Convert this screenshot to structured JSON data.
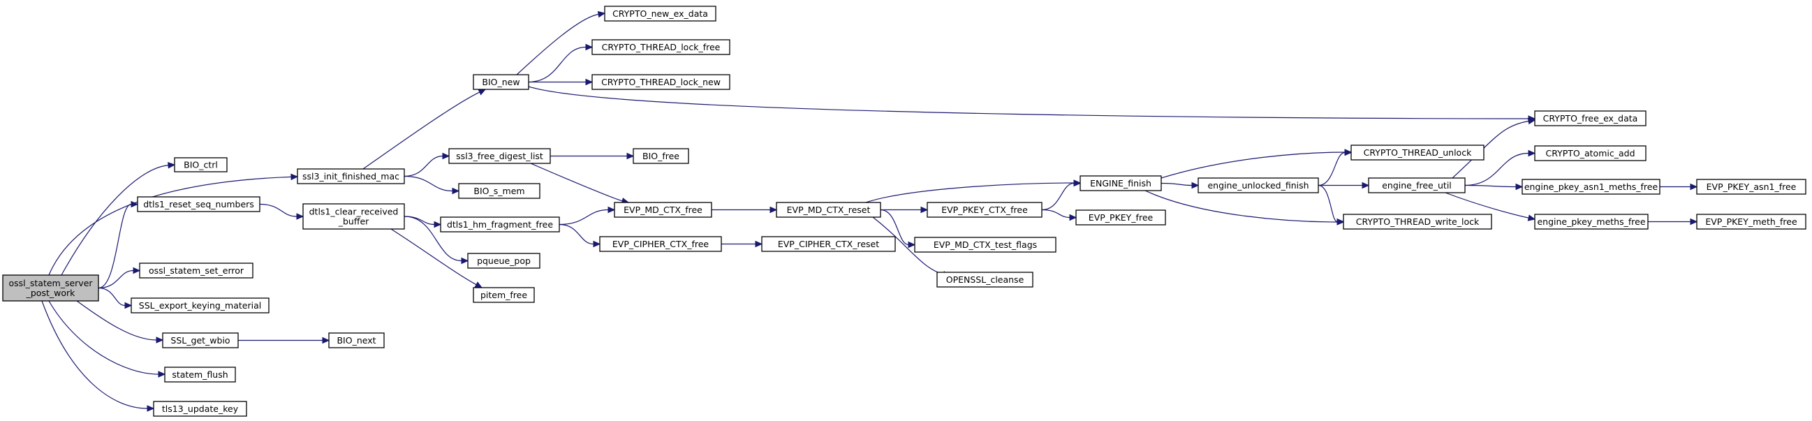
{
  "graph": {
    "edge_color": "#191970",
    "root_fill": "#bfbfbf",
    "node_fill": "#ffffff",
    "nodes": [
      {
        "id": "root",
        "lines": [
          "ossl_statem_server",
          "_post_work"
        ],
        "root": true
      },
      {
        "id": "BIO_ctrl",
        "lines": [
          "BIO_ctrl"
        ]
      },
      {
        "id": "ssl3_init_finished_mac",
        "lines": [
          "ssl3_init_finished_mac"
        ]
      },
      {
        "id": "BIO_new",
        "lines": [
          "BIO_new"
        ]
      },
      {
        "id": "CRYPTO_new_ex_data",
        "lines": [
          "CRYPTO_new_ex_data"
        ]
      },
      {
        "id": "CRYPTO_THREAD_lock_free",
        "lines": [
          "CRYPTO_THREAD_lock_free"
        ]
      },
      {
        "id": "CRYPTO_THREAD_lock_new",
        "lines": [
          "CRYPTO_THREAD_lock_new"
        ]
      },
      {
        "id": "CRYPTO_free_ex_data",
        "lines": [
          "CRYPTO_free_ex_data"
        ]
      },
      {
        "id": "ssl3_free_digest_list",
        "lines": [
          "ssl3_free_digest_list"
        ]
      },
      {
        "id": "BIO_free",
        "lines": [
          "BIO_free"
        ]
      },
      {
        "id": "BIO_s_mem",
        "lines": [
          "BIO_s_mem"
        ]
      },
      {
        "id": "dtls1_reset_seq_numbers",
        "lines": [
          "dtls1_reset_seq_numbers"
        ]
      },
      {
        "id": "dtls1_clear_received_buffer",
        "lines": [
          "dtls1_clear_received",
          "_buffer"
        ]
      },
      {
        "id": "dtls1_hm_fragment_free",
        "lines": [
          "dtls1_hm_fragment_free"
        ]
      },
      {
        "id": "EVP_MD_CTX_free",
        "lines": [
          "EVP_MD_CTX_free"
        ]
      },
      {
        "id": "EVP_CIPHER_CTX_free",
        "lines": [
          "EVP_CIPHER_CTX_free"
        ]
      },
      {
        "id": "pqueue_pop",
        "lines": [
          "pqueue_pop"
        ]
      },
      {
        "id": "pitem_free",
        "lines": [
          "pitem_free"
        ]
      },
      {
        "id": "ossl_statem_set_error",
        "lines": [
          "ossl_statem_set_error"
        ]
      },
      {
        "id": "SSL_export_keying_material",
        "lines": [
          "SSL_export_keying_material"
        ]
      },
      {
        "id": "SSL_get_wbio",
        "lines": [
          "SSL_get_wbio"
        ]
      },
      {
        "id": "BIO_next",
        "lines": [
          "BIO_next"
        ]
      },
      {
        "id": "statem_flush",
        "lines": [
          "statem_flush"
        ]
      },
      {
        "id": "tls13_update_key",
        "lines": [
          "tls13_update_key"
        ]
      },
      {
        "id": "EVP_MD_CTX_reset",
        "lines": [
          "EVP_MD_CTX_reset"
        ]
      },
      {
        "id": "EVP_CIPHER_CTX_reset",
        "lines": [
          "EVP_CIPHER_CTX_reset"
        ]
      },
      {
        "id": "ENGINE_finish",
        "lines": [
          "ENGINE_finish"
        ]
      },
      {
        "id": "EVP_PKEY_CTX_free",
        "lines": [
          "EVP_PKEY_CTX_free"
        ]
      },
      {
        "id": "EVP_PKEY_free",
        "lines": [
          "EVP_PKEY_free"
        ]
      },
      {
        "id": "EVP_MD_CTX_test_flags",
        "lines": [
          "EVP_MD_CTX_test_flags"
        ]
      },
      {
        "id": "OPENSSL_cleanse",
        "lines": [
          "OPENSSL_cleanse"
        ]
      },
      {
        "id": "engine_unlocked_finish",
        "lines": [
          "engine_unlocked_finish"
        ]
      },
      {
        "id": "CRYPTO_THREAD_unlock",
        "lines": [
          "CRYPTO_THREAD_unlock"
        ]
      },
      {
        "id": "CRYPTO_THREAD_write_lock",
        "lines": [
          "CRYPTO_THREAD_write_lock"
        ]
      },
      {
        "id": "engine_free_util",
        "lines": [
          "engine_free_util"
        ]
      },
      {
        "id": "CRYPTO_atomic_add",
        "lines": [
          "CRYPTO_atomic_add"
        ]
      },
      {
        "id": "engine_pkey_asn1_meths_free",
        "lines": [
          "engine_pkey_asn1_meths_free"
        ]
      },
      {
        "id": "engine_pkey_meths_free",
        "lines": [
          "engine_pkey_meths_free"
        ]
      },
      {
        "id": "EVP_PKEY_asn1_free",
        "lines": [
          "EVP_PKEY_asn1_free"
        ]
      },
      {
        "id": "EVP_PKEY_meth_free",
        "lines": [
          "EVP_PKEY_meth_free"
        ]
      }
    ],
    "edges": [
      [
        "root",
        "BIO_ctrl"
      ],
      [
        "root",
        "ssl3_init_finished_mac"
      ],
      [
        "root",
        "dtls1_reset_seq_numbers"
      ],
      [
        "root",
        "ossl_statem_set_error"
      ],
      [
        "root",
        "SSL_export_keying_material"
      ],
      [
        "root",
        "SSL_get_wbio"
      ],
      [
        "root",
        "statem_flush"
      ],
      [
        "root",
        "tls13_update_key"
      ],
      [
        "ssl3_init_finished_mac",
        "BIO_new"
      ],
      [
        "ssl3_init_finished_mac",
        "ssl3_free_digest_list"
      ],
      [
        "ssl3_init_finished_mac",
        "BIO_s_mem"
      ],
      [
        "BIO_new",
        "CRYPTO_new_ex_data"
      ],
      [
        "BIO_new",
        "CRYPTO_THREAD_lock_free"
      ],
      [
        "BIO_new",
        "CRYPTO_THREAD_lock_new"
      ],
      [
        "BIO_new",
        "CRYPTO_free_ex_data"
      ],
      [
        "ssl3_free_digest_list",
        "BIO_free"
      ],
      [
        "ssl3_free_digest_list",
        "EVP_MD_CTX_free"
      ],
      [
        "dtls1_reset_seq_numbers",
        "dtls1_clear_received_buffer"
      ],
      [
        "dtls1_clear_received_buffer",
        "dtls1_hm_fragment_free"
      ],
      [
        "dtls1_clear_received_buffer",
        "pqueue_pop"
      ],
      [
        "dtls1_clear_received_buffer",
        "pitem_free"
      ],
      [
        "dtls1_hm_fragment_free",
        "EVP_MD_CTX_free"
      ],
      [
        "dtls1_hm_fragment_free",
        "EVP_CIPHER_CTX_free"
      ],
      [
        "EVP_MD_CTX_free",
        "EVP_MD_CTX_reset"
      ],
      [
        "EVP_CIPHER_CTX_free",
        "EVP_CIPHER_CTX_reset"
      ],
      [
        "SSL_get_wbio",
        "BIO_next"
      ],
      [
        "EVP_MD_CTX_reset",
        "ENGINE_finish"
      ],
      [
        "EVP_MD_CTX_reset",
        "EVP_PKEY_CTX_free"
      ],
      [
        "EVP_MD_CTX_reset",
        "EVP_MD_CTX_test_flags"
      ],
      [
        "EVP_MD_CTX_reset",
        "OPENSSL_cleanse"
      ],
      [
        "EVP_PKEY_CTX_free",
        "ENGINE_finish"
      ],
      [
        "EVP_PKEY_CTX_free",
        "EVP_PKEY_free"
      ],
      [
        "ENGINE_finish",
        "CRYPTO_THREAD_unlock"
      ],
      [
        "ENGINE_finish",
        "engine_unlocked_finish"
      ],
      [
        "ENGINE_finish",
        "CRYPTO_THREAD_write_lock"
      ],
      [
        "engine_unlocked_finish",
        "CRYPTO_THREAD_unlock"
      ],
      [
        "engine_unlocked_finish",
        "engine_free_util"
      ],
      [
        "engine_unlocked_finish",
        "CRYPTO_THREAD_write_lock"
      ],
      [
        "engine_free_util",
        "CRYPTO_free_ex_data"
      ],
      [
        "engine_free_util",
        "CRYPTO_atomic_add"
      ],
      [
        "engine_free_util",
        "engine_pkey_asn1_meths_free"
      ],
      [
        "engine_free_util",
        "engine_pkey_meths_free"
      ],
      [
        "engine_pkey_asn1_meths_free",
        "EVP_PKEY_asn1_free"
      ],
      [
        "engine_pkey_meths_free",
        "EVP_PKEY_meth_free"
      ]
    ]
  }
}
